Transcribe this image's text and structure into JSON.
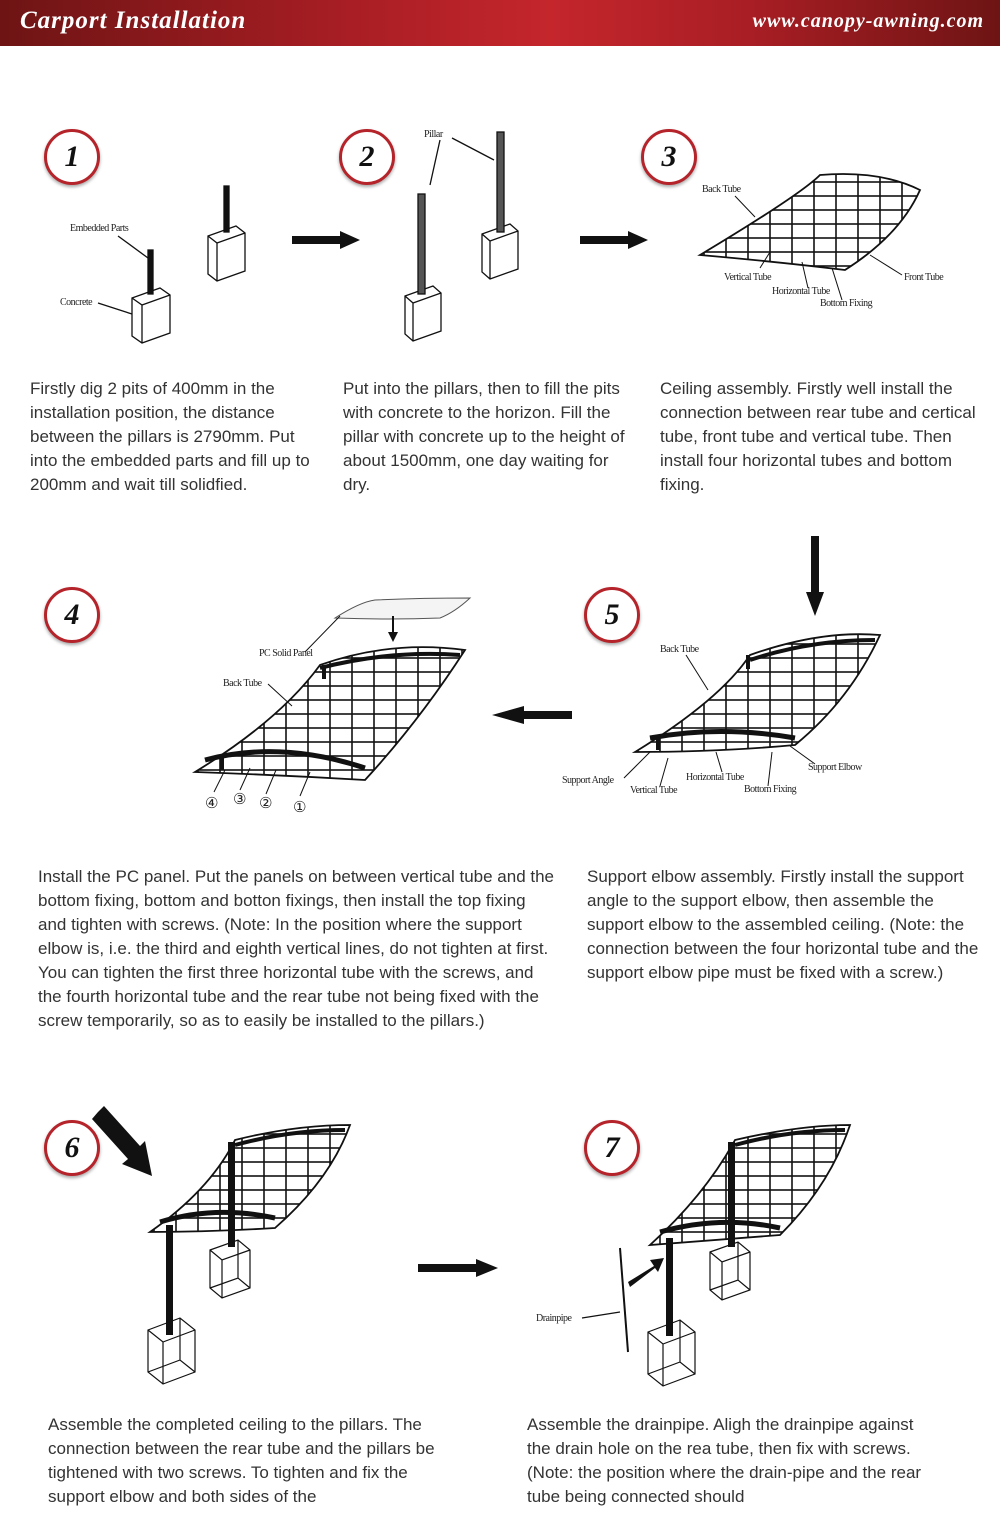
{
  "header": {
    "title": "Carport Installation",
    "url": "www.canopy-awning.com"
  },
  "steps": [
    {
      "number": "1",
      "text": "Firstly dig 2 pits of 400mm in the installation position, the distance between the pillars is 2790mm. Put into the embedded parts and fill up to 200mm and wait till solidfied.",
      "labels": {
        "embedded": "Embedded Parts",
        "concrete": "Concrete"
      }
    },
    {
      "number": "2",
      "text": "Put into the pillars, then to fill the pits with concrete to the horizon. Fill the pillar with concrete up to the height of about 1500mm, one day waiting for dry.",
      "labels": {
        "pillar": "Pillar"
      }
    },
    {
      "number": "3",
      "text": "Ceiling assembly. Firstly well install the connection between rear tube and certical tube, front tube and vertical tube. Then install four horizontal tubes and bottom fixing.",
      "labels": {
        "back_tube": "Back Tube",
        "vertical_tube": "Vertical Tube",
        "horizontal_tube": "Horizontal Tube",
        "bottom_fixing": "Bottom Fixing",
        "front_tube": "Front Tube"
      }
    },
    {
      "number": "4",
      "text": "Install the PC panel. Put the panels on between vertical tube and the bottom fixing, bottom and botton fixings, then install the top fixing and tighten with screws. (Note: In the position where the support elbow is, i.e. the third and eighth vertical lines, do not tighten at first. You can tighten the first three horizontal tube with the screws, and the fourth horizontal tube and the rear tube not being fixed with the screw temporarily, so as to easily be installed to the pillars.)",
      "labels": {
        "pc_panel": "PC Solid Panel",
        "back_tube": "Back Tube",
        "n4": "④",
        "n3": "③",
        "n2": "②",
        "n1": "①"
      }
    },
    {
      "number": "5",
      "text": "Support elbow assembly. Firstly install the support angle to the support elbow, then assemble the support elbow to the assembled ceiling. (Note: the connection between the four horizontal tube and the support elbow pipe must be fixed with a screw.)",
      "labels": {
        "back_tube": "Back Tube",
        "support_angle": "Support Angle",
        "vertical_tube": "Vertical Tube",
        "horizontal_tube": "Horizontal Tube",
        "bottom_fixing": "Bottom Fixing",
        "support_elbow": "Support Elbow"
      }
    },
    {
      "number": "6",
      "text": "Assemble the completed ceiling to the pillars. The connection between the rear tube and the pillars be tightened with two screws. To tighten and fix the support elbow and both sides of the",
      "labels": {}
    },
    {
      "number": "7",
      "text": "Assemble the drainpipe. Aligh the drainpipe against the drain hole on the rea tube, then fix with screws. (Note: the position where the drain-pipe and the rear tube being connected should",
      "labels": {
        "drainpipe": "Drainpipe"
      }
    }
  ]
}
